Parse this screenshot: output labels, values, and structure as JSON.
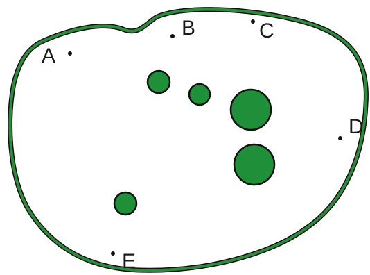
{
  "diagram": {
    "colors": {
      "outline": "#2e8b3e",
      "fill": "#1f8f39",
      "dot": "#111111"
    },
    "points": [
      {
        "label": "A"
      },
      {
        "label": "B"
      },
      {
        "label": "C"
      },
      {
        "label": "D"
      },
      {
        "label": "E"
      }
    ]
  }
}
